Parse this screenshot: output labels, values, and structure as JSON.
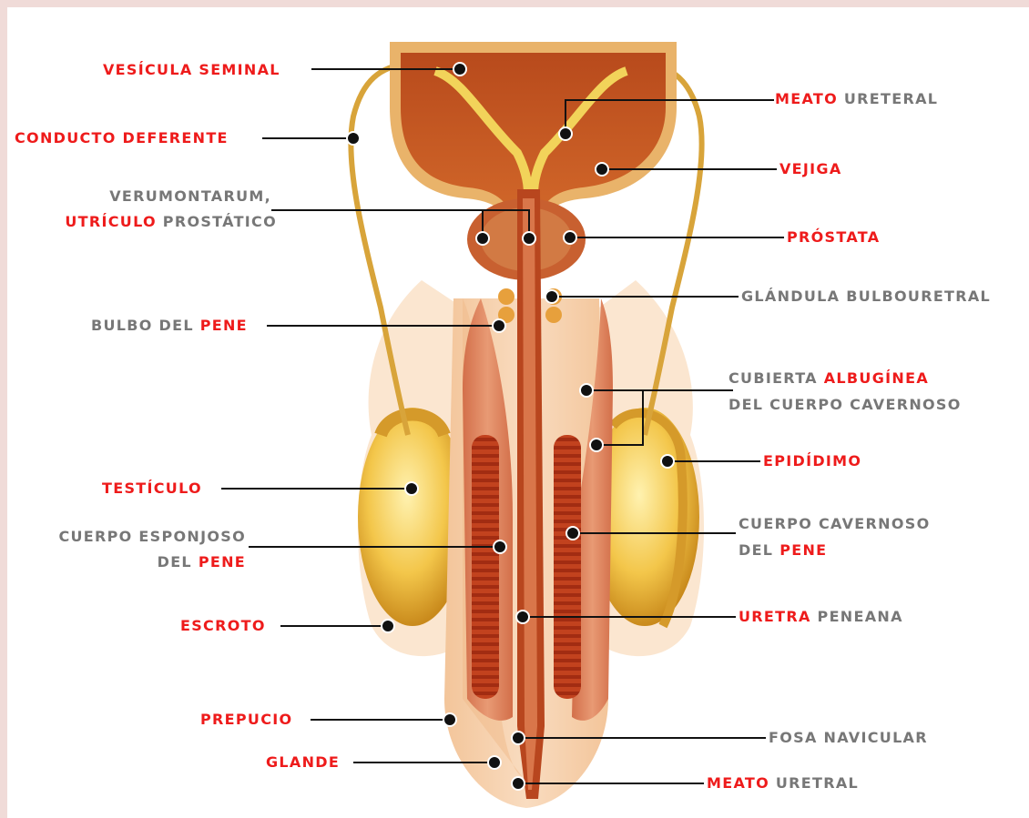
{
  "colors": {
    "accent_red": "#ee1b1b",
    "gray_text": "#777777",
    "background": "#f0dbd8"
  },
  "labels": {
    "vesicula_seminal": "VESÍCULA SEMINAL",
    "conducto_deferente": "CONDUCTO DEFERENTE",
    "verumontarum": "VERUMONTARUM,",
    "utriculo": "UTRÍCULO",
    "prostatico": " PROSTÁTICO",
    "bulbo_del": "BULBO DEL ",
    "bulbo_pene": "PENE",
    "testiculo": "TESTÍCULO",
    "cuerpo_esponjoso": "CUERPO ESPONJOSO",
    "esponjoso_del": "DEL ",
    "esponjoso_pene": "PENE",
    "escroto": "ESCROTO",
    "prepucio": "PREPUCIO",
    "glande": "GLANDE",
    "meato_ureteral_red": "MEATO",
    "meato_ureteral_gray": " URETERAL",
    "vejiga": "VEJIGA",
    "prostata": "PRÓSTATA",
    "glandula": "GLÁNDULA BULBOURETRAL",
    "cubierta": "CUBIERTA ",
    "albuginea": "ALBUGÍNEA",
    "del_cuerpo_cavernoso": "DEL CUERPO CAVERNOSO",
    "epididimo": "EPIDÍDIMO",
    "cuerpo_cavernoso": "CUERPO CAVERNOSO",
    "cavernoso_del": "DEL ",
    "cavernoso_pene": "PENE",
    "uretra": "URETRA",
    "peneana": " PENEANA",
    "fosa_navicular": "FOSA NAVICULAR",
    "meato_uretral_red": "MEATO",
    "meato_uretral_gray": " URETRAL"
  }
}
